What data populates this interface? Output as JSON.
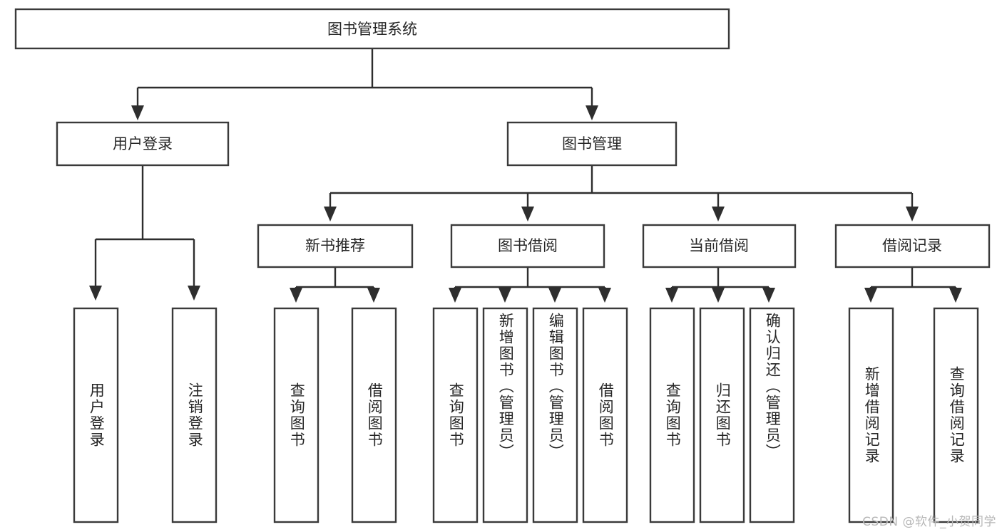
{
  "diagram": {
    "title": "图书管理系统",
    "type": "tree",
    "orientation": "top-down",
    "colors": {
      "box_stroke": "#3a3a3a",
      "box_fill": "#ffffff",
      "connector": "#2e2e2e",
      "text": "#262626",
      "background": "#ffffff",
      "watermark": "#b8b8b8"
    },
    "root": {
      "id": "root",
      "label": "图书管理系统"
    },
    "level2": [
      {
        "id": "user-login",
        "label": "用户登录"
      },
      {
        "id": "book-manage",
        "label": "图书管理"
      }
    ],
    "level3": [
      {
        "id": "new-book-rec",
        "label": "新书推荐",
        "parent": "book-manage"
      },
      {
        "id": "book-borrow",
        "label": "图书借阅",
        "parent": "book-manage"
      },
      {
        "id": "current-borrow",
        "label": "当前借阅",
        "parent": "book-manage"
      },
      {
        "id": "borrow-record",
        "label": "借阅记录",
        "parent": "book-manage"
      }
    ],
    "leaves": [
      {
        "id": "leaf-user-login",
        "label": "用户登录",
        "parent": "user-login"
      },
      {
        "id": "leaf-logout",
        "label": "注销登录",
        "parent": "user-login"
      },
      {
        "id": "leaf-query-book-1",
        "label": "查询图书",
        "parent": "new-book-rec"
      },
      {
        "id": "leaf-borrow-book-1",
        "label": "借阅图书",
        "parent": "new-book-rec"
      },
      {
        "id": "leaf-query-book-2",
        "label": "查询图书",
        "parent": "book-borrow"
      },
      {
        "id": "leaf-add-book",
        "label": "新增图书（管理员）",
        "parent": "book-borrow"
      },
      {
        "id": "leaf-edit-book",
        "label": "编辑图书（管理员）",
        "parent": "book-borrow"
      },
      {
        "id": "leaf-borrow-book-2",
        "label": "借阅图书",
        "parent": "book-borrow"
      },
      {
        "id": "leaf-query-book-3",
        "label": "查询图书",
        "parent": "current-borrow"
      },
      {
        "id": "leaf-return-book",
        "label": "归还图书",
        "parent": "current-borrow"
      },
      {
        "id": "leaf-confirm-return",
        "label": "确认归还（管理员）",
        "parent": "current-borrow"
      },
      {
        "id": "leaf-add-record",
        "label": "新增借阅记录",
        "parent": "borrow-record"
      },
      {
        "id": "leaf-query-record",
        "label": "查询借阅记录",
        "parent": "borrow-record"
      }
    ]
  },
  "watermark": {
    "text": "CSDN @软件_小贺同学"
  }
}
